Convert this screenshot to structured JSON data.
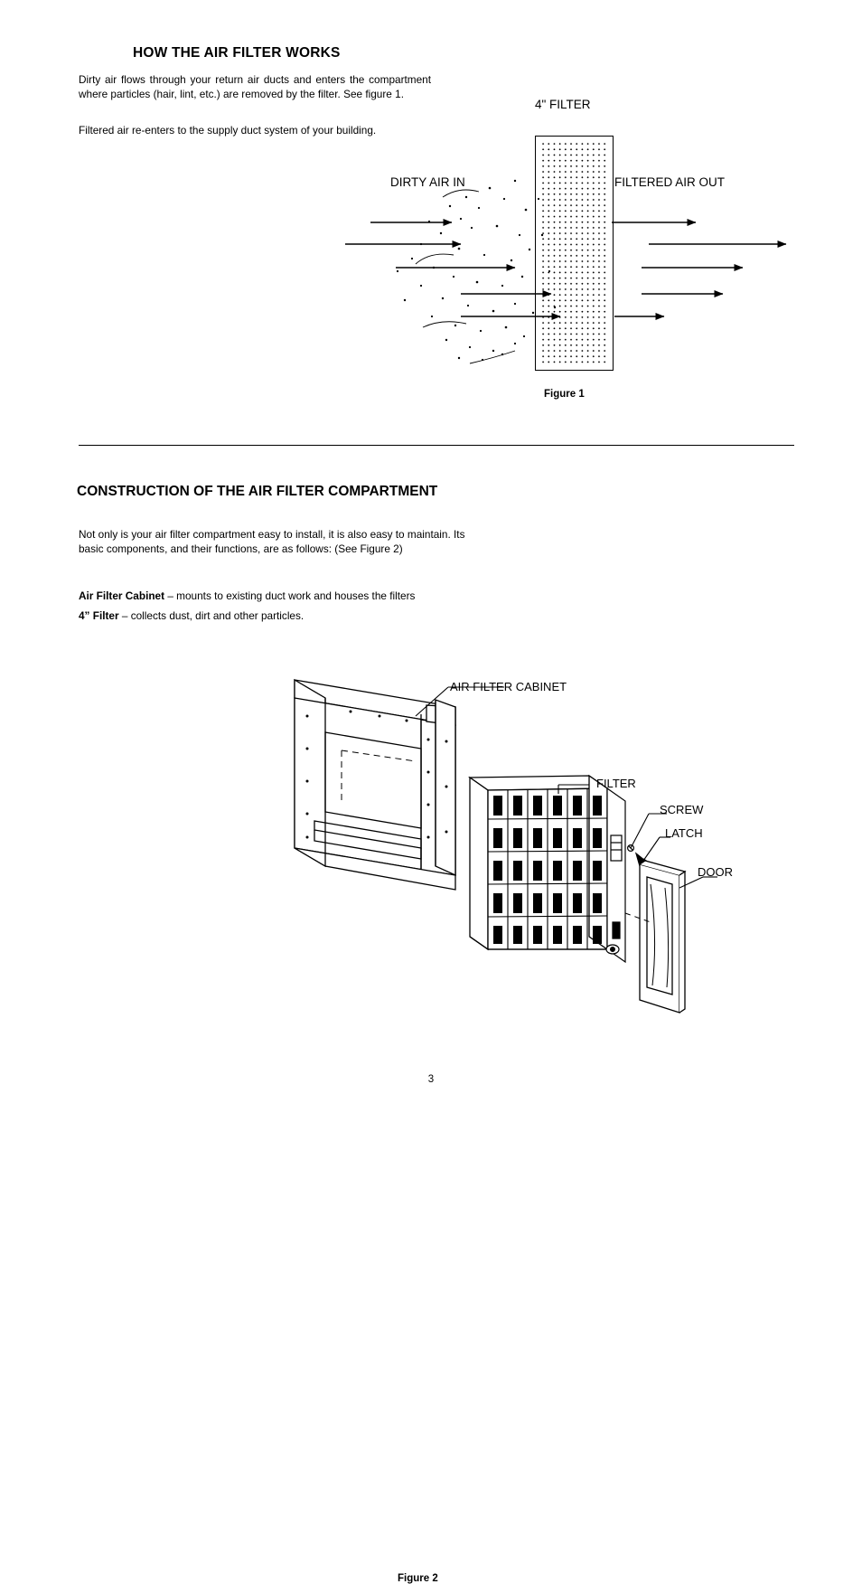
{
  "section1": {
    "heading": "HOW THE AIR FILTER WORKS",
    "paragraph1": "Dirty air flows through your return air ducts and enters the compartment where particles (hair, lint, etc.) are removed by the filter. See figure 1.",
    "paragraph2": "Filtered air re-enters to the supply duct system of your building."
  },
  "figure1": {
    "label_filter": "4\" FILTER",
    "label_dirty_air_in": "DIRTY AIR IN",
    "label_filtered_air_out": "FILTERED AIR OUT",
    "caption": "Figure 1"
  },
  "section2": {
    "heading": "CONSTRUCTION OF THE AIR FILTER COMPARTMENT",
    "paragraph1": "Not only is your air filter compartment easy to install, it is also easy to maintain. Its basic components, and their functions, are as follows: (See Figure 2)",
    "item1_term": "Air Filter Cabinet",
    "item1_desc": " – mounts to existing duct work and houses the filters",
    "item2_term": "4” Filter",
    "item2_desc": " – collects dust, dirt and other particles."
  },
  "figure2": {
    "label_cabinet": "AIR FILTER CABINET",
    "label_filter": "FILTER",
    "label_screw": "SCREW",
    "label_latch": "LATCH",
    "label_door": "DOOR",
    "caption": "Figure 2"
  },
  "footer": {
    "page_number": "3"
  }
}
